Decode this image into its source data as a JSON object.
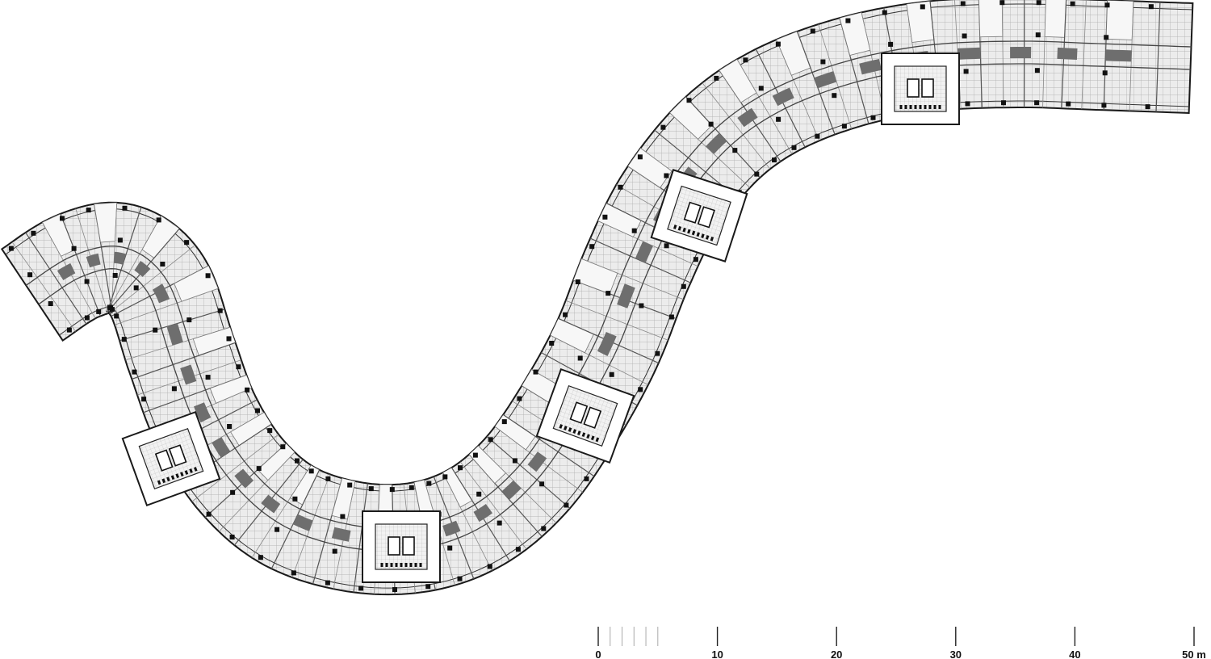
{
  "drawing": {
    "subject": "curving S-shaped building floor plan",
    "line_color": "#1a1a1a",
    "hatch_color": "#bdbdbd",
    "fill_color": "#e6e6e6",
    "corridor_color": "#6e6e6e",
    "core_count": 5
  },
  "scale_bar": {
    "ticks": [
      {
        "label": "0"
      },
      {
        "label": "10"
      },
      {
        "label": "20"
      },
      {
        "label": "30"
      },
      {
        "label": "40"
      },
      {
        "label": "50 m"
      }
    ],
    "minor_ticks": 5
  }
}
